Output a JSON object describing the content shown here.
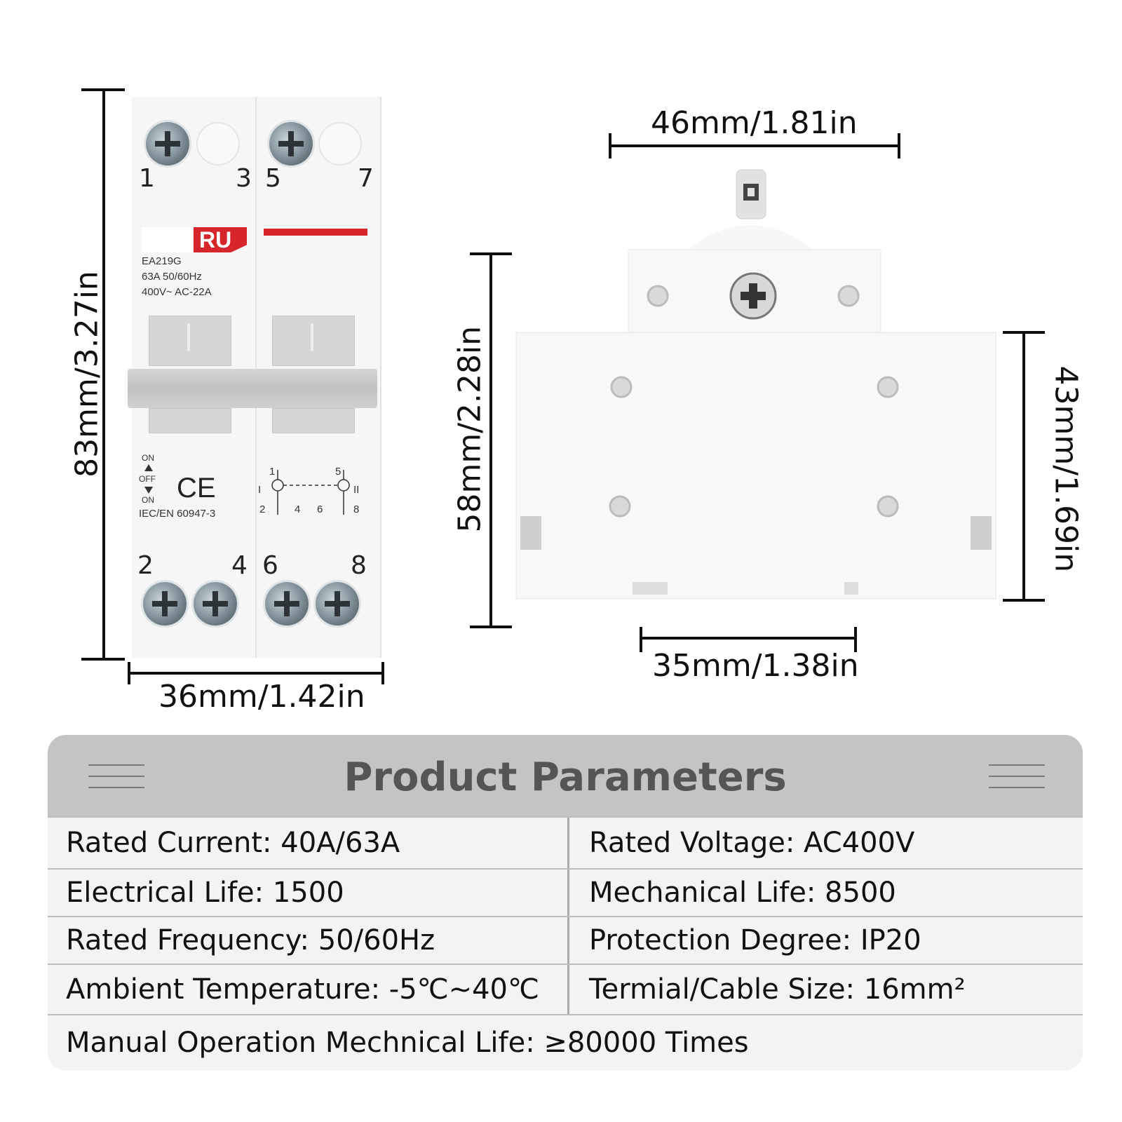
{
  "dimensions": {
    "front_height": "83mm/3.27in",
    "front_width": "36mm/1.42in",
    "side_top_width": "46mm/1.81in",
    "side_height": "58mm/2.28in",
    "side_right_height": "43mm/1.69in",
    "rail_width": "35mm/1.38in"
  },
  "breaker": {
    "terminals_top": [
      "1",
      "3",
      "5",
      "7"
    ],
    "terminals_bottom": [
      "2",
      "4",
      "6",
      "8"
    ],
    "brand_fragment": "RU",
    "model": "EA219G",
    "rating_line1": "63A 50/60Hz",
    "rating_line2": "400V~ AC-22A",
    "switch_on_top": "ON",
    "switch_off": "OFF",
    "switch_on_bottom": "ON",
    "ce_mark": "CE",
    "standard": "IEC/EN 60947-3",
    "diagram_labels": [
      "1",
      "5",
      "I",
      "II",
      "2",
      "4",
      "6",
      "8"
    ]
  },
  "parameters": {
    "title": "Product Parameters",
    "rows": [
      [
        "Rated Current: 40A/63A",
        "Rated Voltage: AC400V"
      ],
      [
        "Electrical Life: 1500",
        "Mechanical Life: 8500"
      ],
      [
        "Rated Frequency: 50/60Hz",
        "Protection Degree: IP20"
      ],
      [
        "Ambient Temperature: -5℃~40℃",
        "Termial/Cable Size: 16mm²"
      ]
    ],
    "full_row": "Manual Operation Mechnical Life: ≥80000 Times"
  },
  "colors": {
    "brand_red": "#d6262b",
    "table_header": "#c4c4c4",
    "table_row": "#f3f3f3",
    "title_text": "#555555"
  }
}
